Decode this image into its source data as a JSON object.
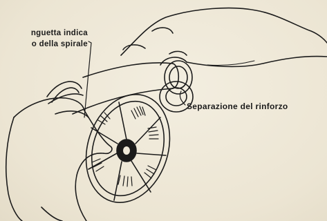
{
  "labels": {
    "tongue_line1": "nguetta indica",
    "tongue_line2": "o della spirale",
    "separation": "Separazione del rinforzo"
  },
  "colors": {
    "ink": "#1b1b1b",
    "paper": "#efe9d9"
  }
}
